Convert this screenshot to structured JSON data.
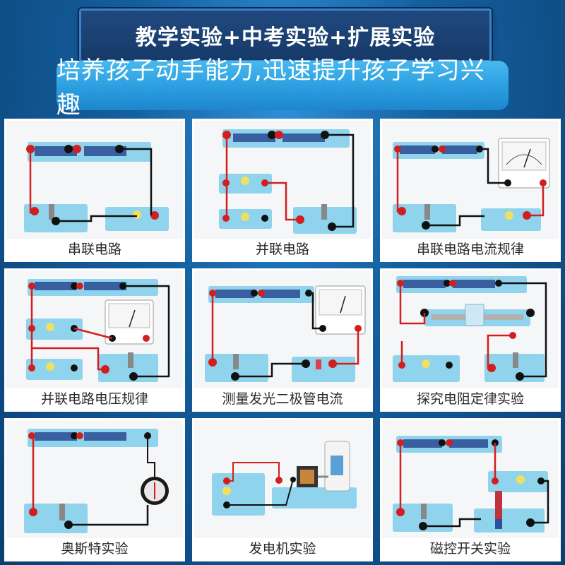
{
  "header": {
    "title": "教学实验+中考实验+扩展实验",
    "subtitle": "培养孩子动手能力,迅速提升孩子学习兴趣"
  },
  "experiments": [
    {
      "caption": "串联电路"
    },
    {
      "caption": "并联电路"
    },
    {
      "caption": "串联电路电流规律"
    },
    {
      "caption": "并联电路电压规律"
    },
    {
      "caption": "测量发光二极管电流"
    },
    {
      "caption": "探究电阻定律实验"
    },
    {
      "caption": "奥斯特实验"
    },
    {
      "caption": "发电机实验"
    },
    {
      "caption": "磁控开关实验"
    }
  ],
  "colors": {
    "background": "#0e4f86",
    "title_box": "#163a69",
    "subtitle_band": "#2b9ee0",
    "component_base": "#8fd3ec",
    "wire_red": "#d21e1e",
    "wire_black": "#111111"
  }
}
